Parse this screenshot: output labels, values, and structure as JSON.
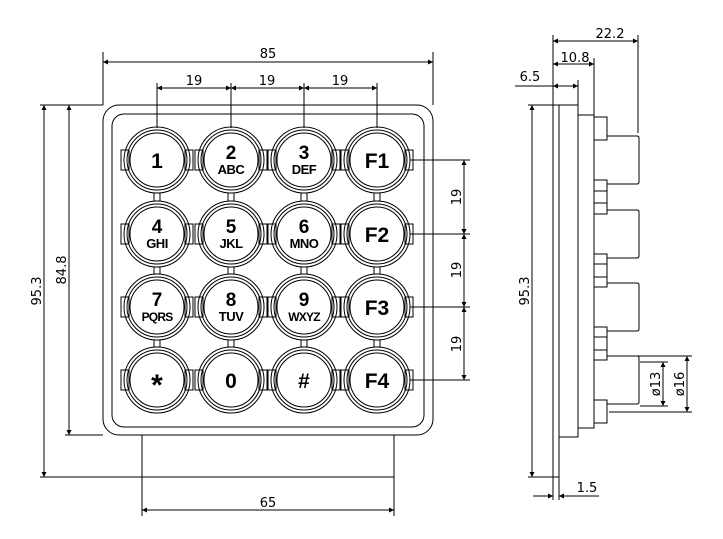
{
  "drawing": {
    "title": "4x4 keypad dimensional drawing",
    "units": "mm",
    "front_view": {
      "keys": [
        {
          "main": "1",
          "sub": ""
        },
        {
          "main": "2",
          "sub": "ABC"
        },
        {
          "main": "3",
          "sub": "DEF"
        },
        {
          "main": "F1",
          "sub": ""
        },
        {
          "main": "4",
          "sub": "GHI"
        },
        {
          "main": "5",
          "sub": "JKL"
        },
        {
          "main": "6",
          "sub": "MNO"
        },
        {
          "main": "F2",
          "sub": ""
        },
        {
          "main": "7",
          "sub": "PQRS"
        },
        {
          "main": "8",
          "sub": "TUV"
        },
        {
          "main": "9",
          "sub": "WXYZ"
        },
        {
          "main": "F3",
          "sub": ""
        },
        {
          "main": "*",
          "sub": ""
        },
        {
          "main": "0",
          "sub": ""
        },
        {
          "main": "#",
          "sub": ""
        },
        {
          "main": "F4",
          "sub": ""
        }
      ],
      "dimensions": {
        "overall_width": "85",
        "key_pitch_h": [
          "19",
          "19",
          "19"
        ],
        "key_pitch_v": [
          "19",
          "19",
          "19"
        ],
        "overall_height": "95.3",
        "plate_height": "84.8",
        "base_width": "65"
      }
    },
    "side_view": {
      "dimensions": {
        "total_depth": "22.2",
        "depth_mid": "10.8",
        "depth_plate": "6.5",
        "height": "95.3",
        "key_dia_inner": "ø13",
        "key_dia_outer": "ø16",
        "plate_thickness": "1.5"
      }
    }
  }
}
